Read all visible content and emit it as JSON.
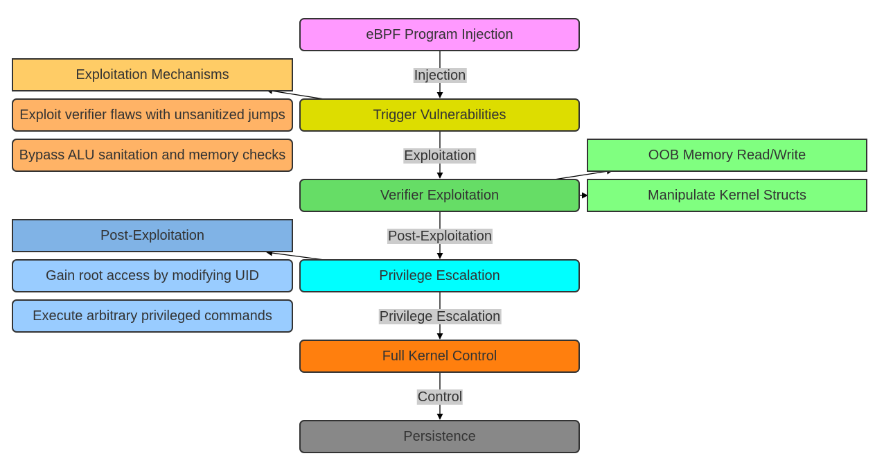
{
  "nodes": {
    "injection": {
      "label": "eBPF Program Injection",
      "color": "#ff99ff"
    },
    "trigger": {
      "label": "Trigger Vulnerabilities",
      "color": "#dddd00"
    },
    "verifier": {
      "label": "Verifier Exploitation",
      "color": "#66dd66"
    },
    "privesc": {
      "label": "Privilege Escalation",
      "color": "#00ffff"
    },
    "fullcontrol": {
      "label": "Full Kernel Control",
      "color": "#ff7f0e"
    },
    "persistence": {
      "label": "Persistence",
      "color": "#888888"
    },
    "exploit_mech": {
      "label": "Exploitation Mechanisms",
      "color": "#ffcc66"
    },
    "exploit_flaws": {
      "label": "Exploit verifier flaws with unsanitized jumps",
      "color": "#ffb366"
    },
    "bypass_alu": {
      "label": "Bypass ALU sanitation and memory checks",
      "color": "#ffb366"
    },
    "oob_mem": {
      "label": "OOB Memory Read/Write",
      "color": "#80ff80"
    },
    "manip_structs": {
      "label": "Manipulate Kernel Structs",
      "color": "#80ff80"
    },
    "post_exploit": {
      "label": "Post-Exploitation",
      "color": "#80b3e6"
    },
    "gain_root": {
      "label": "Gain root access by modifying UID",
      "color": "#99ccff"
    },
    "exec_cmds": {
      "label": "Execute arbitrary privileged commands",
      "color": "#99ccff"
    }
  },
  "edge_labels": {
    "injection": "Injection",
    "exploitation": "Exploitation",
    "post_exploitation": "Post-Exploitation",
    "privilege_escalation": "Privilege Escalation",
    "control": "Control"
  }
}
